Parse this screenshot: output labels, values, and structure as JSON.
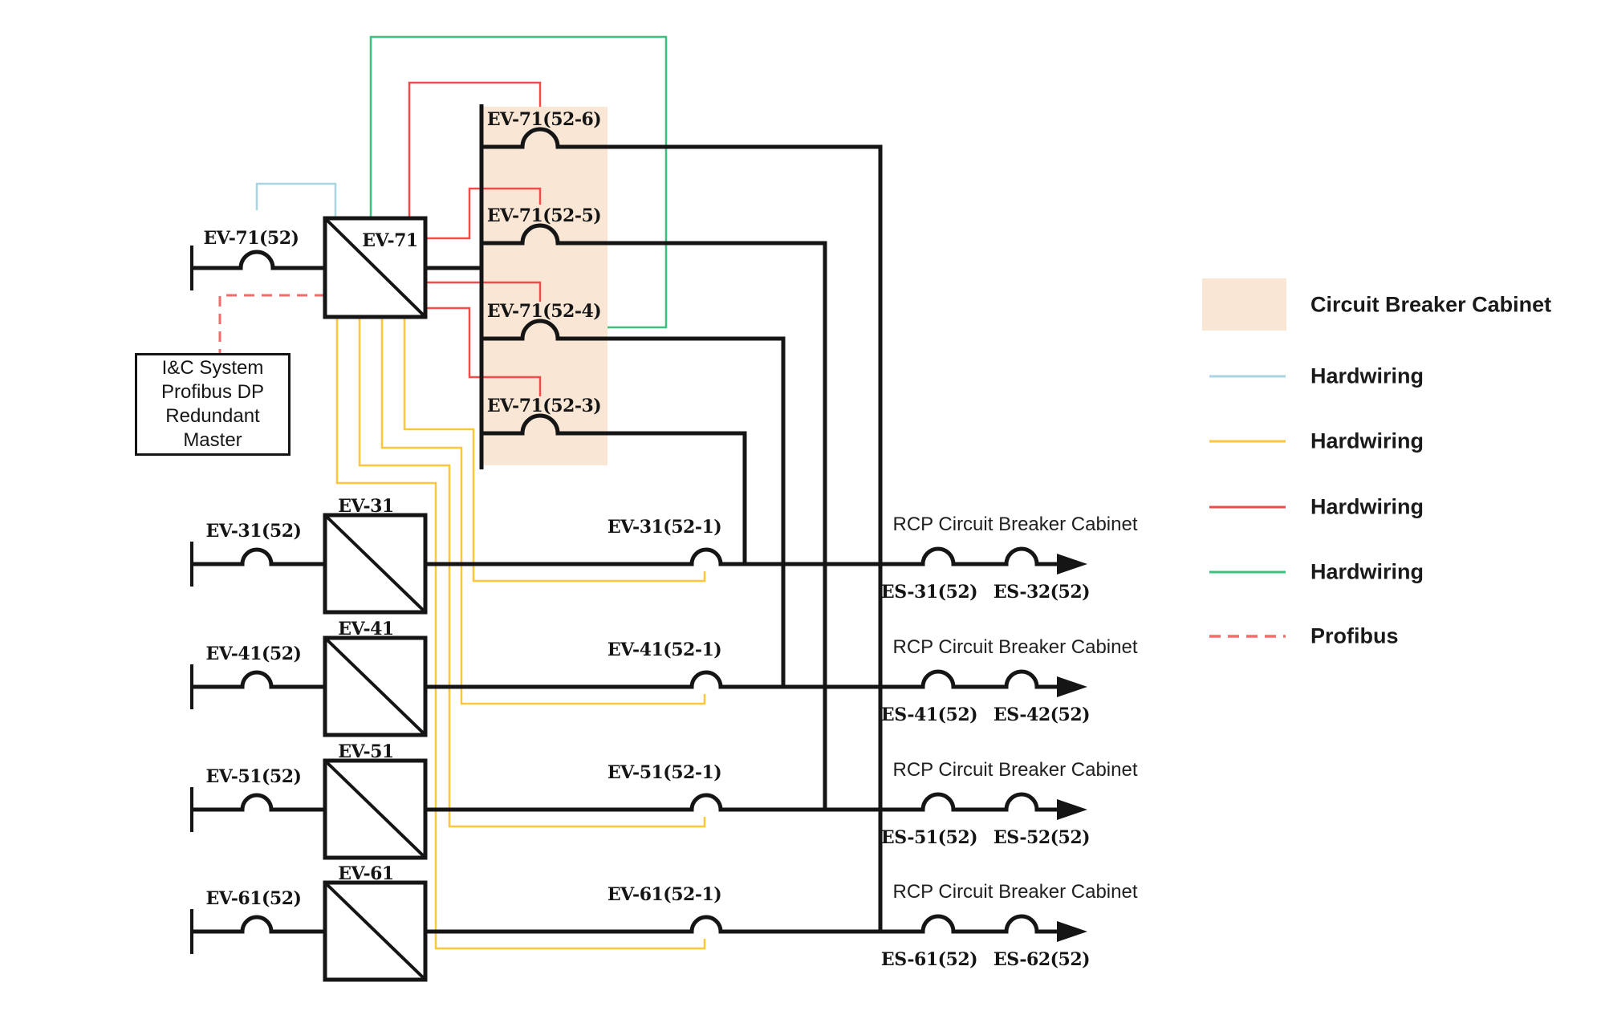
{
  "colors": {
    "cabinet_fill": "#FAE6D5",
    "blue": "#A9D5E2",
    "yellow": "#FFC53B",
    "red": "#F24B4B",
    "green": "#3FBE7D",
    "profibus": "#F56B6B",
    "line": "#151515"
  },
  "ev71": {
    "feeder_label": "EV-71(52)",
    "box_label": "EV-71"
  },
  "ic_box": {
    "line1": "I&C System",
    "line2": "Profibus DP",
    "line3": "Redundant",
    "line4": "Master"
  },
  "cabinet": {
    "breakers": [
      "EV-71(52-6)",
      "EV-71(52-5)",
      "EV-71(52-4)",
      "EV-71(52-3)"
    ]
  },
  "rows": [
    {
      "feeder": "EV-31(52)",
      "box": "EV-31",
      "branch": "EV-31(52-1)",
      "cabinet": "RCP Circuit Breaker Cabinet",
      "es1": "ES-31(52)",
      "es2": "ES-32(52)"
    },
    {
      "feeder": "EV-41(52)",
      "box": "EV-41",
      "branch": "EV-41(52-1)",
      "cabinet": "RCP Circuit Breaker Cabinet",
      "es1": "ES-41(52)",
      "es2": "ES-42(52)"
    },
    {
      "feeder": "EV-51(52)",
      "box": "EV-51",
      "branch": "EV-51(52-1)",
      "cabinet": "RCP Circuit Breaker Cabinet",
      "es1": "ES-51(52)",
      "es2": "ES-52(52)"
    },
    {
      "feeder": "EV-61(52)",
      "box": "EV-61",
      "branch": "EV-61(52-1)",
      "cabinet": "RCP Circuit Breaker Cabinet",
      "es1": "ES-61(52)",
      "es2": "ES-62(52)"
    }
  ],
  "legend": {
    "cabinet_label": "Circuit Breaker Cabinet",
    "items": [
      {
        "label": "Hardwiring"
      },
      {
        "label": "Hardwiring"
      },
      {
        "label": "Hardwiring"
      },
      {
        "label": "Hardwiring"
      },
      {
        "label": "Profibus"
      }
    ]
  }
}
